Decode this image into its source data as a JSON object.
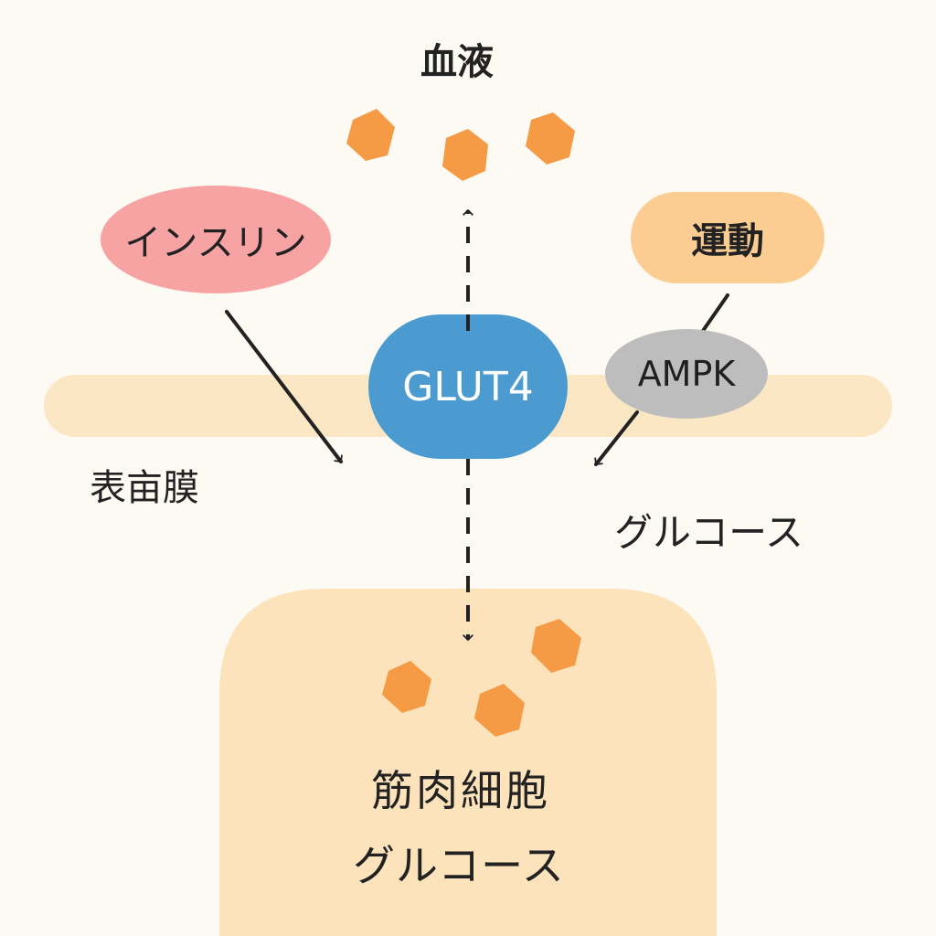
{
  "labels": {
    "blood": "血液",
    "membrane": "表亩膜",
    "glucose_outside": "グルコース",
    "muscle_cell": "筋肉細胞",
    "glucose_inside": "グルコース"
  },
  "nodes": {
    "insulin": "インスリン",
    "exercise": "運動",
    "ampk": "AMPK",
    "glut4": "GLUT4"
  },
  "colors": {
    "background": "#fdfaf3",
    "membrane": "#fbe7c3",
    "muscle_cell": "#fce3bb",
    "insulin": "#f8a3a3",
    "exercise": "#fccd93",
    "ampk": "#bdbdbd",
    "glut4": "#4b9bd0",
    "glucose": "#f59a45",
    "arrow": "#222222"
  }
}
